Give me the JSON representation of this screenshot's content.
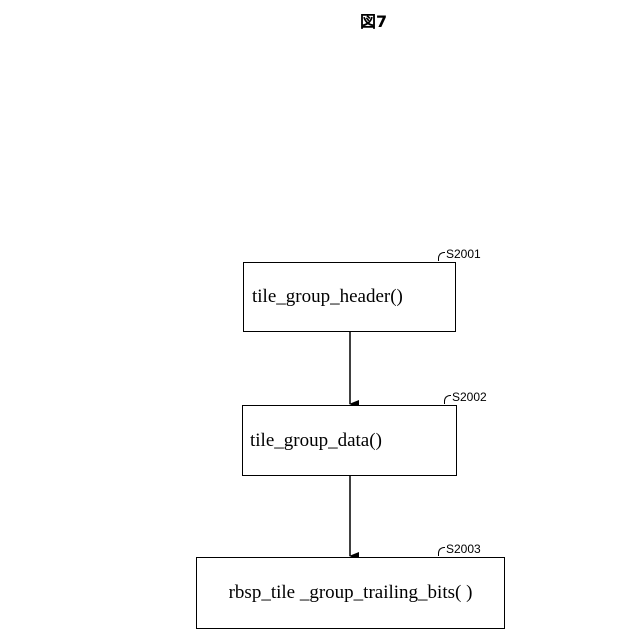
{
  "figure": {
    "title": "図7"
  },
  "steps": [
    {
      "id": "S2001",
      "label": "tile_group_header()"
    },
    {
      "id": "S2002",
      "label": "tile_group_data()"
    },
    {
      "id": "S2003",
      "label": "rbsp_tile _group_trailing_bits( )"
    }
  ]
}
